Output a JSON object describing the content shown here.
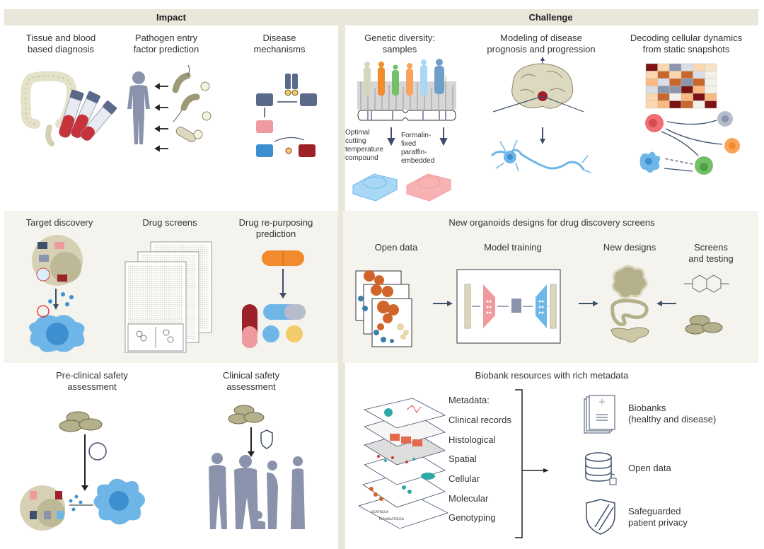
{
  "headers": {
    "impact": "Impact",
    "challenge": "Challenge"
  },
  "impact": {
    "row1": [
      {
        "title_line1": "Tissue and blood",
        "title_line2": "based diagnosis",
        "icon": "colon-and-blood-tubes-icon"
      },
      {
        "title_line1": "Pathogen entry",
        "title_line2": "factor prediction",
        "icon": "human-pathogens-icon"
      },
      {
        "title_line1": "Disease",
        "title_line2": "mechanisms",
        "icon": "signaling-pathway-icon"
      }
    ],
    "row2": [
      {
        "title_line1": "Target discovery",
        "title_line2": "",
        "icon": "target-cell-icon"
      },
      {
        "title_line1": "Drug screens",
        "title_line2": "",
        "icon": "screen-plates-icon"
      },
      {
        "title_line1": "Drug re-purposing",
        "title_line2": "prediction",
        "icon": "pills-icon"
      }
    ],
    "row3": [
      {
        "title_line1": "Pre-clinical safety",
        "title_line2": "assessment",
        "icon": "preclinical-cell-icon"
      },
      {
        "title_line1": "Clinical safety",
        "title_line2": "assessment",
        "icon": "population-icon"
      }
    ]
  },
  "challenge": {
    "row1": {
      "genetic": {
        "title_line1": "Genetic diversity:",
        "title_line2": "samples",
        "oct": [
          "Optimal",
          "cutting",
          "temperature",
          "compound"
        ],
        "ffpe": [
          "Formalin-",
          "fixed",
          "paraffin-",
          "embedded"
        ]
      },
      "modeling": {
        "title_line1": "Modeling of disease",
        "title_line2": "prognosis and progression"
      },
      "decoding": {
        "title_line1": "Decoding cellular dynamics",
        "title_line2": "from static snapshots",
        "heatmap": [
          [
            "#7a1216",
            "#fbd7b0",
            "#8b95ad",
            "#d9dde6",
            "#fbd7b0",
            "#f6e2c8"
          ],
          [
            "#fbd7b0",
            "#c8662f",
            "#fbd7b0",
            "#c8662f",
            "#d9dde6",
            "#f2f1ea"
          ],
          [
            "#f9b980",
            "#d9dde6",
            "#c8662f",
            "#8b95ad",
            "#c8662f",
            "#f2f1ea"
          ],
          [
            "#d9dde6",
            "#8b95ad",
            "#8b95ad",
            "#7a1216",
            "#f9b980",
            "#f2f1ea"
          ],
          [
            "#fbd7b0",
            "#c8662f",
            "#f2f1ea",
            "#f9b980",
            "#7a1216",
            "#f9b980"
          ],
          [
            "#fbd7b0",
            "#f9b980",
            "#7a1216",
            "#c8662f",
            "#f2f1ea",
            "#7a1216"
          ]
        ]
      }
    },
    "row2": {
      "title": "New organoids designs for drug discovery screens",
      "steps": [
        "Open data",
        "Model training",
        "New designs"
      ],
      "screens_line1": "Screens",
      "screens_line2": "and testing"
    },
    "row3": {
      "title": "Biobank resources with rich metadata",
      "metadata_label": "Metadata:",
      "metadata": [
        "Clinical records",
        "Histological",
        "Spatial",
        "Cellular",
        "Molecular",
        "Genotyping"
      ],
      "outputs": [
        {
          "line1": "Biobanks",
          "line2": "(healthy and disease)",
          "icon": "document-stack-icon"
        },
        {
          "line1": "Open data",
          "line2": "",
          "icon": "database-unlocked-icon"
        },
        {
          "line1": "Safeguarded",
          "line2": "patient privacy",
          "icon": "shield-icon"
        }
      ]
    }
  },
  "colors": {
    "band": "#e9e6da",
    "panel": "#f4f3ee",
    "navy": "#3f4e6b",
    "slate": "#8a93ab",
    "blue": "#6fb6e8",
    "red": "#9c2128",
    "pink": "#ef9a9e",
    "olive": "#b7b294"
  }
}
